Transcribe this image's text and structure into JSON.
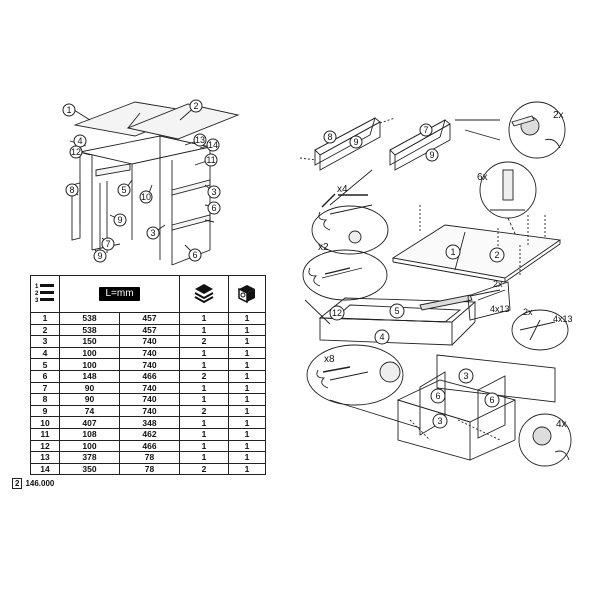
{
  "parts_table": {
    "header_ruler": "L=mm",
    "header_icons": [
      "part-number-list-icon",
      "ruler-icon",
      "stack-layers-icon",
      "package-box-icon"
    ],
    "rows": [
      [
        "1",
        "538",
        "457",
        "1",
        "1"
      ],
      [
        "2",
        "538",
        "457",
        "1",
        "1"
      ],
      [
        "3",
        "150",
        "740",
        "2",
        "1"
      ],
      [
        "4",
        "100",
        "740",
        "1",
        "1"
      ],
      [
        "5",
        "100",
        "740",
        "1",
        "1"
      ],
      [
        "6",
        "148",
        "466",
        "2",
        "1"
      ],
      [
        "7",
        "90",
        "740",
        "1",
        "1"
      ],
      [
        "8",
        "90",
        "740",
        "1",
        "1"
      ],
      [
        "9",
        "74",
        "740",
        "2",
        "1"
      ],
      [
        "10",
        "407",
        "348",
        "1",
        "1"
      ],
      [
        "11",
        "108",
        "462",
        "1",
        "1"
      ],
      [
        "12",
        "100",
        "466",
        "1",
        "1"
      ],
      [
        "13",
        "378",
        "78",
        "1",
        "1"
      ],
      [
        "14",
        "350",
        "78",
        "2",
        "1"
      ]
    ]
  },
  "footer": {
    "page": "2",
    "code": "146.000"
  },
  "overview_labels": [
    "1",
    "2",
    "4",
    "12",
    "13",
    "14",
    "11",
    "8",
    "5",
    "10",
    "3",
    "6",
    "9",
    "7",
    "3",
    "9",
    "6"
  ],
  "step_labels": {
    "shelf_left": [
      "8",
      "9"
    ],
    "shelf_right": [
      "7",
      "9"
    ],
    "qty_2x_top": "2x",
    "qty_6x": "6x",
    "qty_4x_left": "x4",
    "qty_2x_left": "x2",
    "panels_top": [
      "1",
      "2"
    ],
    "frame": [
      "12",
      "5",
      "4"
    ],
    "qty_2x_mid": "2x",
    "qty_2x_mid2": "2x",
    "screw_size_1": "4x13",
    "screw_size_2": "4x13",
    "qty_8x": "x8",
    "bottom_parts": [
      "3",
      "6",
      "6",
      "3"
    ],
    "qty_4x_right": "4x"
  }
}
